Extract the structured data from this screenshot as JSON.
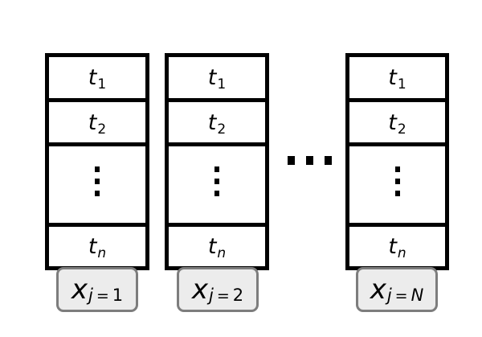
{
  "figure": {
    "background": "#ffffff",
    "stroke": "#000000",
    "label_box": {
      "fill": "#ececec",
      "border": "#7d7d7d"
    },
    "between_ellipsis": "⋯",
    "vdots_glyph": "⋮",
    "columns": [
      {
        "cells": [
          {
            "main": "t",
            "sub": "1"
          },
          {
            "main": "t",
            "sub": "2"
          },
          {
            "dots": "⋮"
          },
          {
            "main": "t",
            "sub": "n"
          }
        ],
        "label": {
          "var": "x",
          "sub_var": "j",
          "eq": "=",
          "val": "1"
        }
      },
      {
        "cells": [
          {
            "main": "t",
            "sub": "1"
          },
          {
            "main": "t",
            "sub": "2"
          },
          {
            "dots": "⋮"
          },
          {
            "main": "t",
            "sub": "n"
          }
        ],
        "label": {
          "var": "x",
          "sub_var": "j",
          "eq": "=",
          "val": "2"
        }
      },
      {
        "cells": [
          {
            "main": "t",
            "sub": "1"
          },
          {
            "main": "t",
            "sub": "2"
          },
          {
            "dots": "⋮"
          },
          {
            "main": "t",
            "sub": "n"
          }
        ],
        "label": {
          "var": "x",
          "sub_var": "j",
          "eq": "=",
          "val": "N"
        }
      }
    ]
  }
}
